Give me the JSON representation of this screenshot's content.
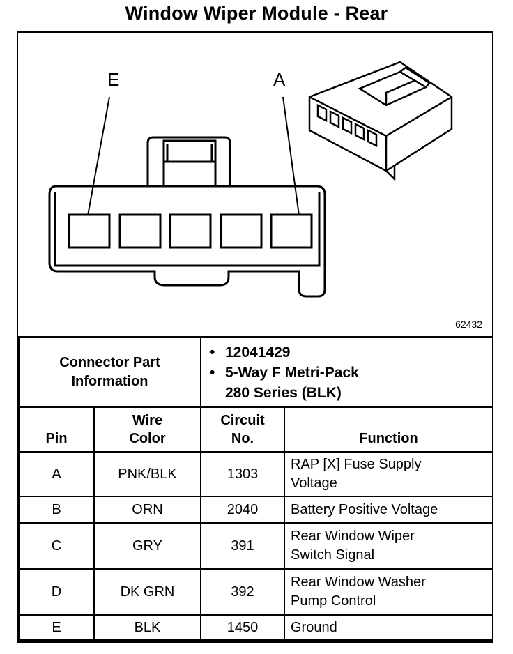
{
  "title": "Window Wiper Module - Rear",
  "diagram": {
    "pin_left_label": "E",
    "pin_right_label": "A",
    "figure_number": "62432"
  },
  "connector_info": {
    "label_line1": "Connector Part",
    "label_line2": "Information",
    "items": [
      {
        "bullet": "•",
        "text": "12041429"
      },
      {
        "bullet": "•",
        "text_line1": "5-Way F Metri-Pack",
        "text_line2": "280 Series (BLK)"
      }
    ]
  },
  "table": {
    "headers": {
      "pin": "Pin",
      "wire_color_line1": "Wire",
      "wire_color_line2": "Color",
      "circuit_line1": "Circuit",
      "circuit_line2": "No.",
      "function": "Function"
    },
    "rows": [
      {
        "pin": "A",
        "wire_color": "PNK/BLK",
        "circuit": "1303",
        "function_line1": "RAP [X] Fuse Supply",
        "function_line2": "Voltage"
      },
      {
        "pin": "B",
        "wire_color": "ORN",
        "circuit": "2040",
        "function_line1": "Battery Positive Voltage",
        "function_line2": ""
      },
      {
        "pin": "C",
        "wire_color": "GRY",
        "circuit": "391",
        "function_line1": "Rear Window Wiper",
        "function_line2": "Switch Signal"
      },
      {
        "pin": "D",
        "wire_color": "DK GRN",
        "circuit": "392",
        "function_line1": "Rear Window Washer",
        "function_line2": "Pump Control"
      },
      {
        "pin": "E",
        "wire_color": "BLK",
        "circuit": "1450",
        "function_line1": "Ground",
        "function_line2": ""
      }
    ]
  }
}
